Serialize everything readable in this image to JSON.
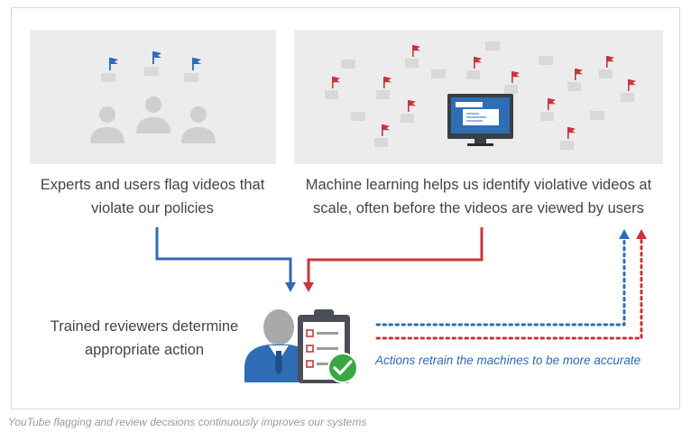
{
  "experts_caption": "Experts and users flag videos that violate our policies",
  "ml_caption": "Machine learning helps us identify violative videos at scale, often before the videos are viewed by users",
  "reviewers_caption": "Trained reviewers determine appropriate action",
  "retrain_caption": "Actions retrain the machines to be more accurate",
  "footnote": "YouTube flagging and review decisions continuously improves our systems",
  "colors": {
    "blue": "#2f6db5",
    "red": "#c8363a",
    "green": "#3aa645",
    "panel": "#ececec",
    "tile": "#d9d9d9",
    "person": "#cfcfcf"
  },
  "icons": [
    "blue-flag-icon",
    "red-flag-icon",
    "user-icon",
    "monitor-icon",
    "reviewer-icon",
    "clipboard-icon",
    "checkmark-icon"
  ]
}
